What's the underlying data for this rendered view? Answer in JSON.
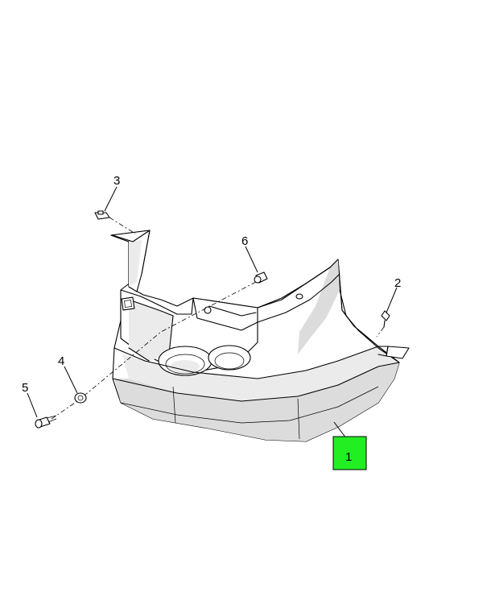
{
  "callouts": [
    {
      "id": "1",
      "label": "1",
      "highlight": true
    },
    {
      "id": "2",
      "label": "2"
    },
    {
      "id": "3",
      "label": "3"
    },
    {
      "id": "4",
      "label": "4"
    },
    {
      "id": "5",
      "label": "5"
    },
    {
      "id": "6",
      "label": "6"
    }
  ],
  "colors": {
    "highlight": "#22ee22",
    "line": "#000000",
    "background": "#ffffff"
  }
}
